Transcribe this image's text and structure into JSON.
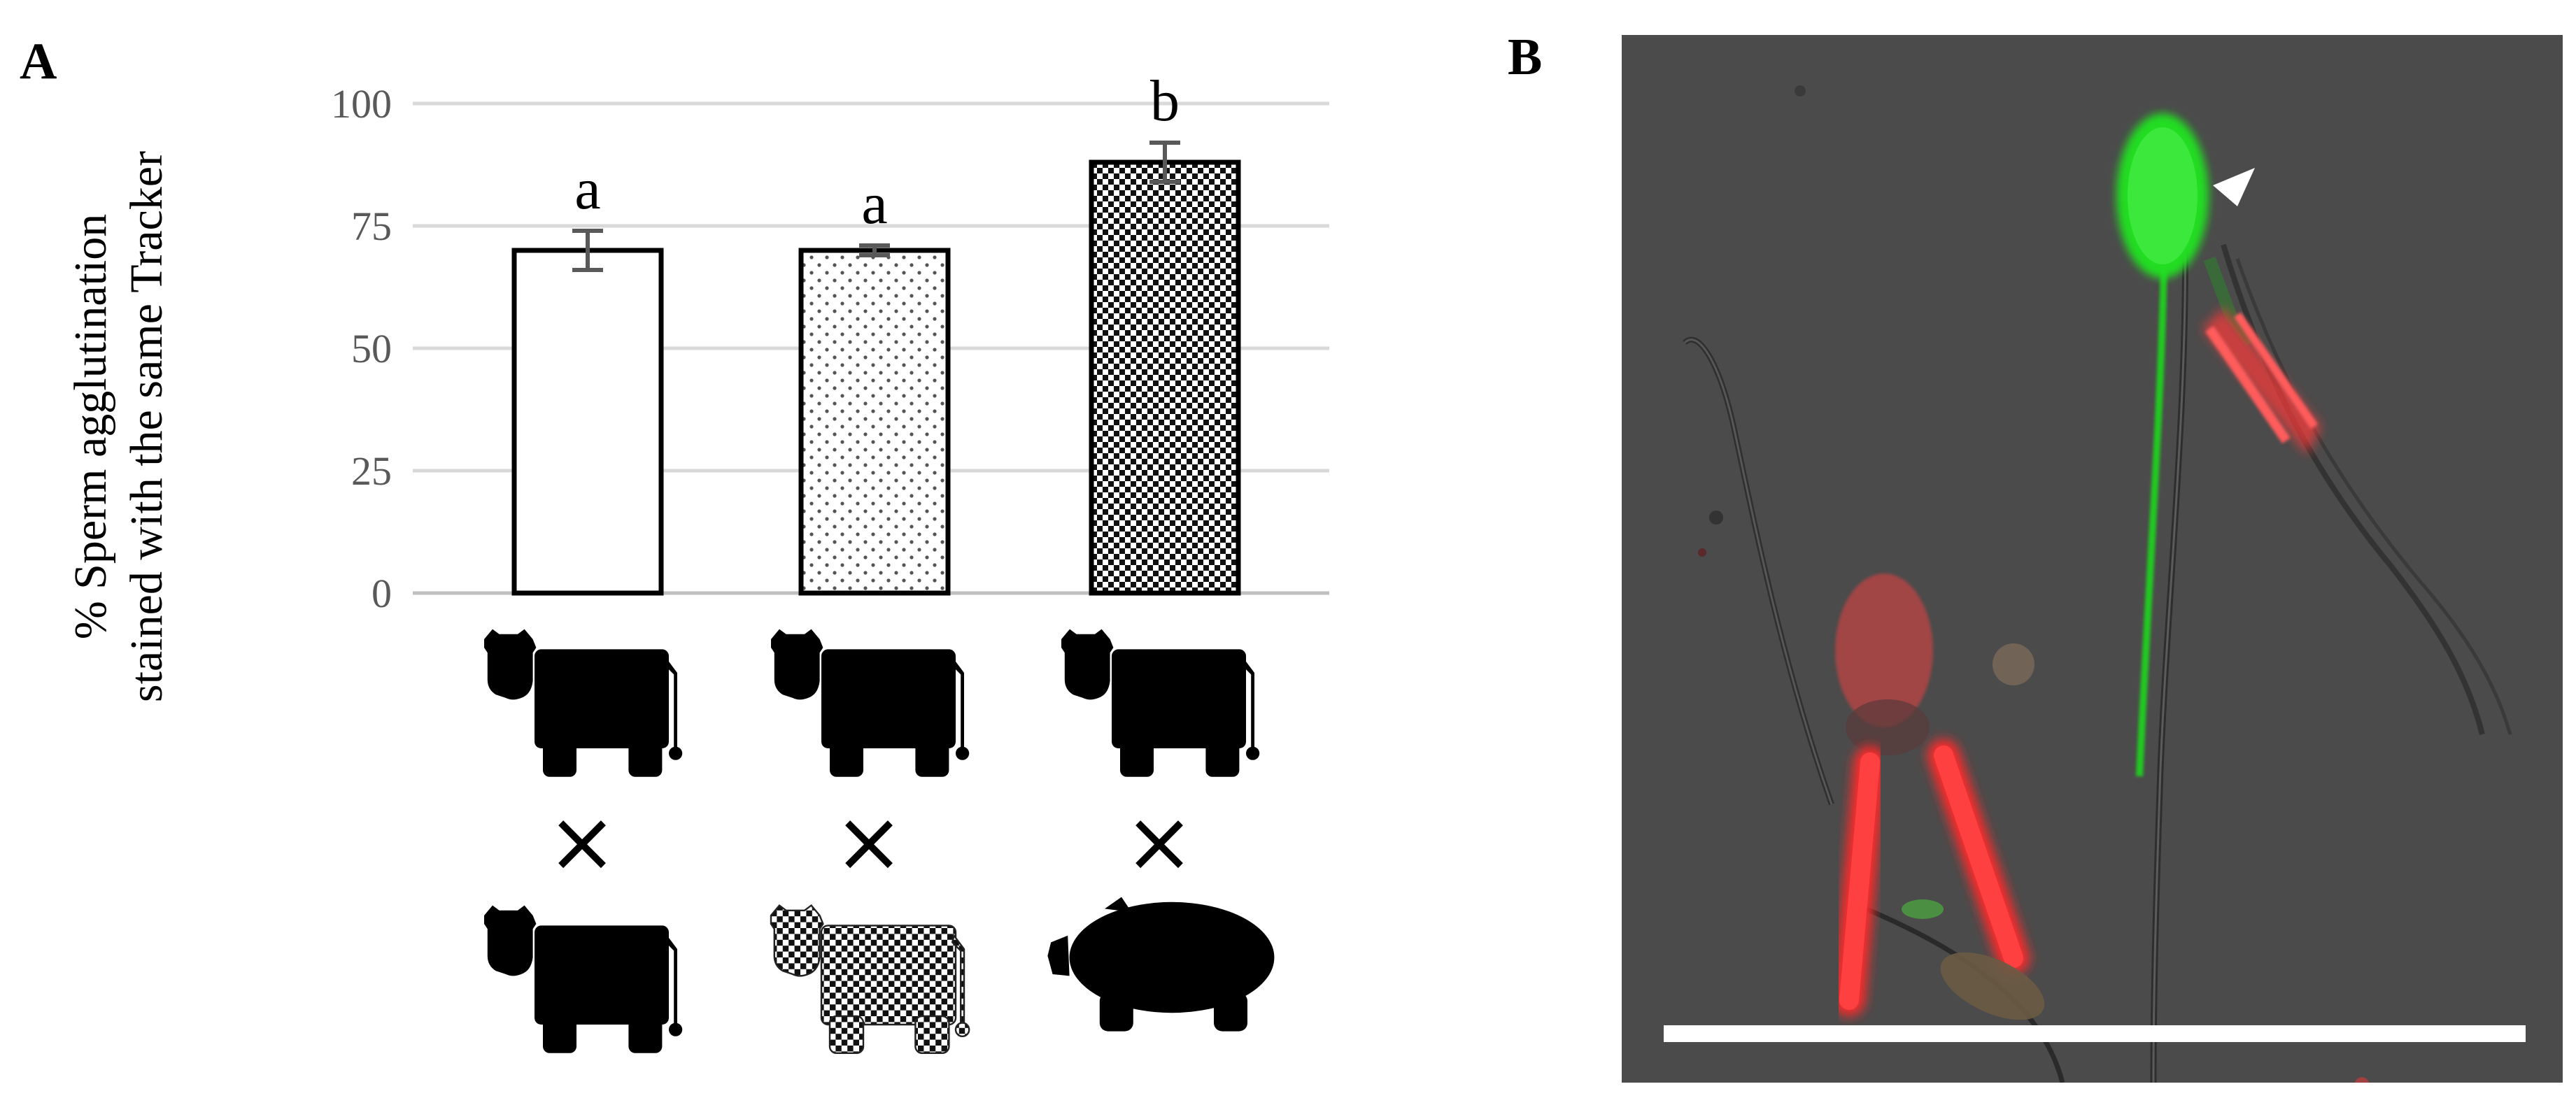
{
  "panels": {
    "a_label": "A",
    "b_label": "B"
  },
  "chart_data": {
    "type": "bar",
    "title": "",
    "ylabel_lines": [
      "% Sperm agglutination",
      "stained with the same Tracker"
    ],
    "xlabel": "",
    "ylim": [
      0,
      100
    ],
    "yticks": [
      0,
      25,
      50,
      75,
      100
    ],
    "grid": true,
    "categories": [
      "bovine × bovine",
      "bovine × spotted bovine",
      "bovine × porcine"
    ],
    "values": [
      70,
      70,
      88
    ],
    "errors": [
      4,
      1,
      4
    ],
    "significance_letters": [
      "a",
      "a",
      "b"
    ],
    "bar_patterns": [
      "solid-white",
      "dotted",
      "checkered"
    ],
    "cross_symbol": "×",
    "animal_icons": {
      "top": [
        "cow-icon",
        "cow-icon",
        "cow-icon"
      ],
      "bottom": [
        "cow-icon",
        "spotted-cow-icon",
        "pig-icon"
      ]
    },
    "colors": {
      "gridline": "#d9d9d9",
      "bar_edge": "#000000",
      "error_bar": "#595959",
      "tick_text": "#595959"
    }
  },
  "micrograph": {
    "colors": {
      "background": "#4a4a4a",
      "green_stain": "#22dd22",
      "red_stain": "#ff3030",
      "scale_bar": "#ffffff"
    },
    "arrowhead": "arrowhead-icon",
    "scale_bar": "scale-bar"
  }
}
